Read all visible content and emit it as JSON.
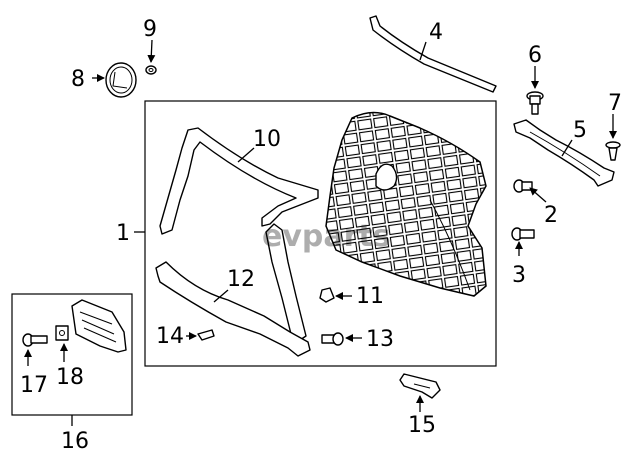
{
  "watermark": "evparts",
  "callouts": {
    "c1": "1",
    "c2": "2",
    "c3": "3",
    "c4": "4",
    "c5": "5",
    "c6": "6",
    "c7": "7",
    "c8": "8",
    "c9": "9",
    "c10": "10",
    "c11": "11",
    "c12": "12",
    "c13": "13",
    "c14": "14",
    "c15": "15",
    "c16": "16",
    "c17": "17",
    "c18": "18"
  }
}
